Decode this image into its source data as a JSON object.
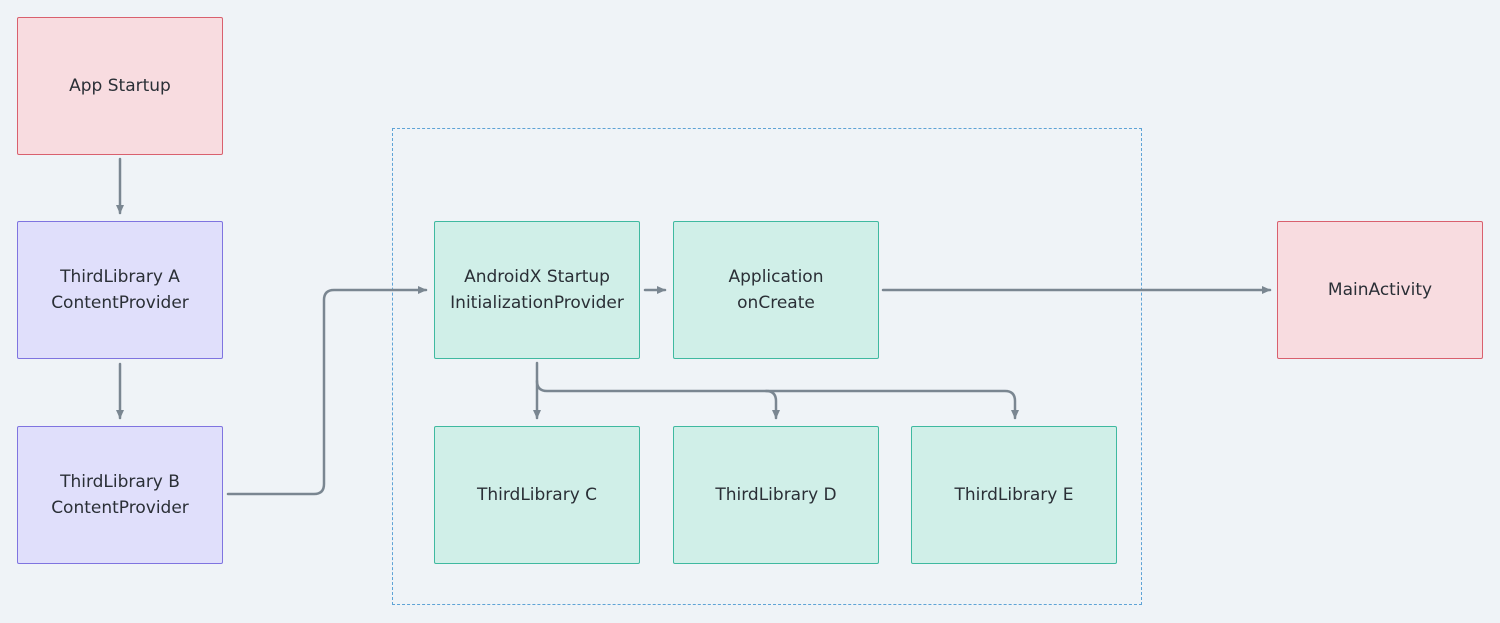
{
  "colors": {
    "background": "#eff3f7",
    "start_end_fill": "#f8dce0",
    "start_end_border": "#d9606e",
    "provider_fill": "#e0dffb",
    "provider_border": "#7f74e0",
    "startup_fill": "#d0efe8",
    "startup_border": "#3fb9a0",
    "group_border": "#5fa3d6",
    "arrow": "#7a8691"
  },
  "nodes": {
    "app_startup": {
      "line1": "App Startup"
    },
    "third_library_a": {
      "line1": "ThirdLibrary A",
      "line2": "ContentProvider"
    },
    "third_library_b": {
      "line1": "ThirdLibrary B",
      "line2": "ContentProvider"
    },
    "initialization_provider": {
      "line1": "AndroidX Startup",
      "line2": "InitializationProvider"
    },
    "application_oncreate": {
      "line1": "Application",
      "line2": "onCreate"
    },
    "main_activity": {
      "line1": "MainActivity"
    },
    "third_library_c": {
      "line1": "ThirdLibrary C"
    },
    "third_library_d": {
      "line1": "ThirdLibrary D"
    },
    "third_library_e": {
      "line1": "ThirdLibrary E"
    }
  },
  "edges": [
    {
      "from": "app_startup",
      "to": "third_library_a"
    },
    {
      "from": "third_library_a",
      "to": "third_library_b"
    },
    {
      "from": "third_library_b",
      "to": "initialization_provider"
    },
    {
      "from": "initialization_provider",
      "to": "application_oncreate"
    },
    {
      "from": "application_oncreate",
      "to": "main_activity"
    },
    {
      "from": "initialization_provider",
      "to": "third_library_c"
    },
    {
      "from": "initialization_provider",
      "to": "third_library_d"
    },
    {
      "from": "initialization_provider",
      "to": "third_library_e"
    }
  ]
}
